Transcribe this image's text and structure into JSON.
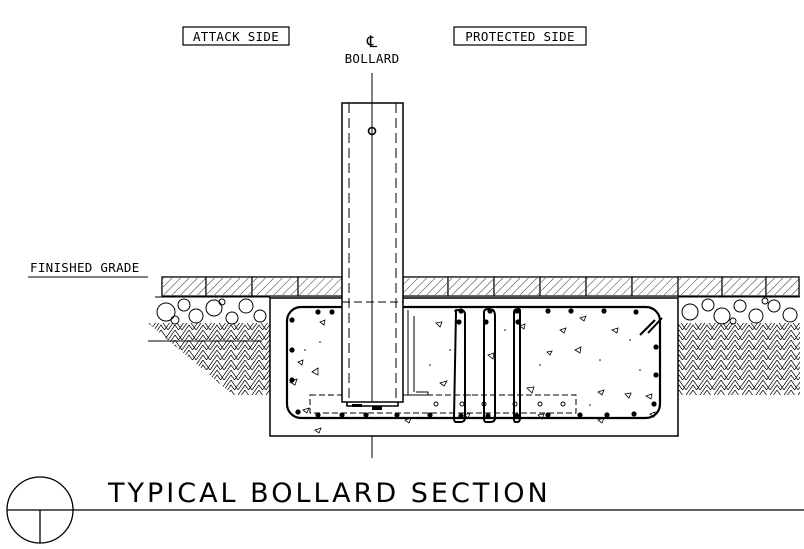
{
  "labels": {
    "attack_side": "ATTACK SIDE",
    "protected_side": "PROTECTED SIDE",
    "centerline_symbol": "℄",
    "bollard": "BOLLARD",
    "finished_grade": "FINISHED GRADE"
  },
  "title": {
    "text": "TYPICAL BOLLARD SECTION"
  },
  "colors": {
    "line": "#000000",
    "background": "#ffffff",
    "hatch": "#000000"
  }
}
